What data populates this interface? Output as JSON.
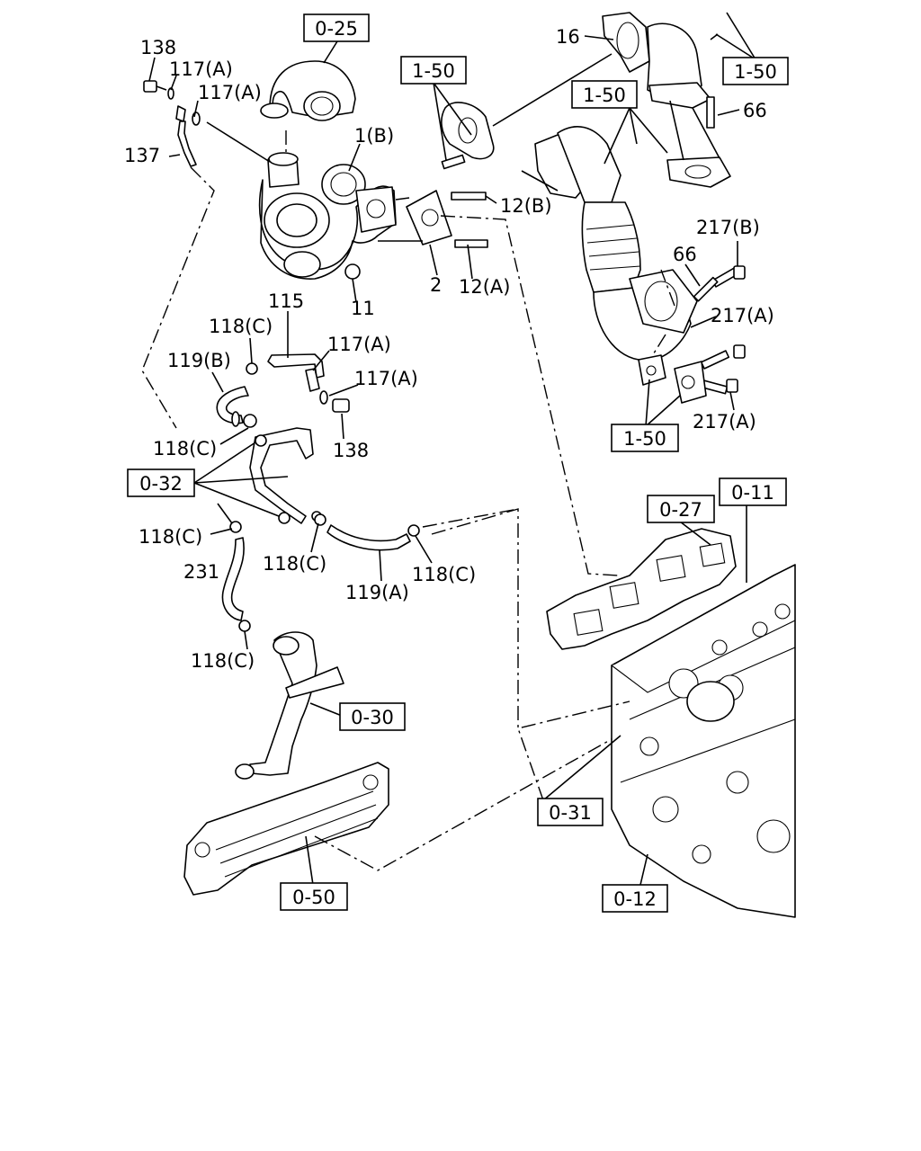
{
  "refs": {
    "r0_25": "0-25",
    "r1_50a": "1-50",
    "r1_50b": "1-50",
    "r1_50c": "1-50",
    "r1_50d": "1-50",
    "r0_32": "0-32",
    "r0_27": "0-27",
    "r0_11": "0-11",
    "r0_30": "0-30",
    "r0_31": "0-31",
    "r0_50": "0-50",
    "r0_12": "0-12"
  },
  "labels": {
    "p138a": "138",
    "p117a1": "117(A)",
    "p117a2": "117(A)",
    "p137": "137",
    "p1b": "1(B)",
    "p16": "16",
    "p66a": "66",
    "p12b": "12(B)",
    "p217b": "217(B)",
    "p66b": "66",
    "p2": "2",
    "p12a": "12(A)",
    "p11": "11",
    "p115": "115",
    "p217a1": "217(A)",
    "p118c1": "118(C)",
    "p117a3": "117(A)",
    "p119b": "119(B)",
    "p117a4": "117(A)",
    "p217a2": "217(A)",
    "p118c2": "118(C)",
    "p138b": "138",
    "p118c3": "118(C)",
    "p231": "231",
    "p118c4": "118(C)",
    "p118c5": "118(C)",
    "p119a": "119(A)",
    "p118c6": "118(C)"
  }
}
